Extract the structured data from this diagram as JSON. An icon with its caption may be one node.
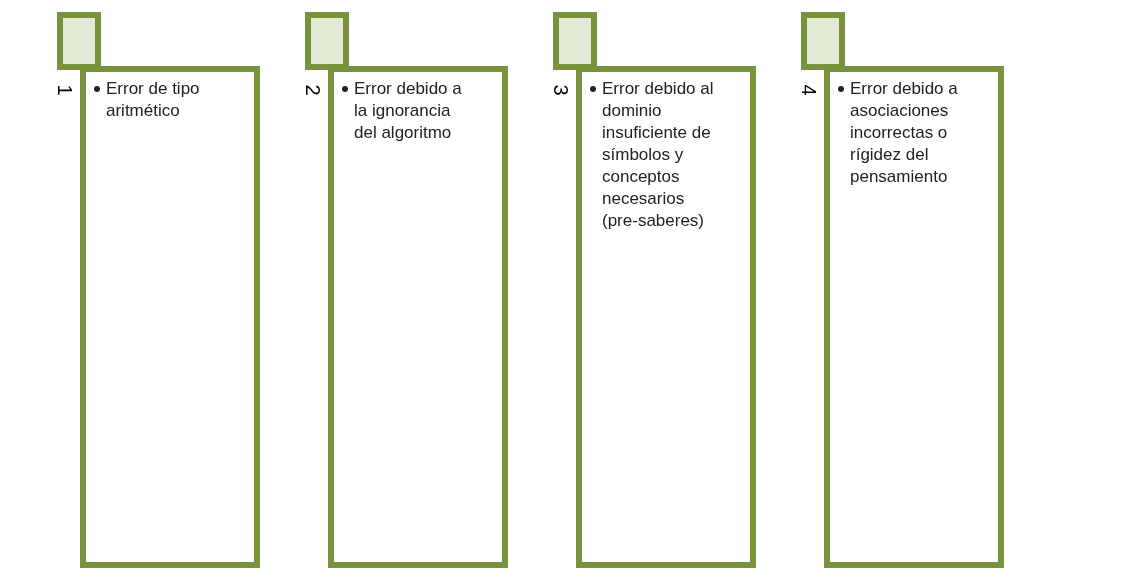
{
  "diagram": {
    "nodes": [
      {
        "text": [],
        "shape": "box",
        "beside": [
          "1"
        ]
      },
      {
        "text": [
          "Error de tipo aritmético"
        ]
      },
      {
        "text": [],
        "shape": "box",
        "beside": [
          "2"
        ]
      },
      {
        "text": [
          "Error debido a la ignorancia del algoritmo"
        ]
      },
      {
        "text": [],
        "shape": "box",
        "beside": [
          "3"
        ]
      },
      {
        "text": [
          "Error debido al dominio insuficiente de símbolos y conceptos necesarios (pre-saberes)"
        ]
      },
      {
        "text": [],
        "shape": "box",
        "beside": [
          "4"
        ]
      },
      {
        "text": [
          "Error debido a asociaciones incorrectas o rígidez del pensamiento"
        ]
      }
    ]
  }
}
